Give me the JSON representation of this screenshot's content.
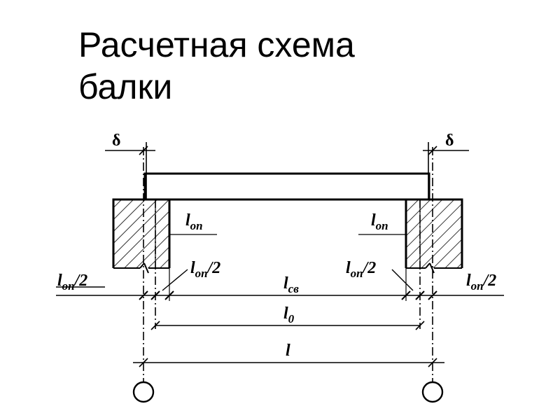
{
  "title": {
    "line1": "Расчетная схема",
    "line2": "балки"
  },
  "labels": {
    "delta": "δ",
    "l": "l",
    "sub_op": "оп",
    "sub_sv": "св",
    "sub_0": "0",
    "half": "/2"
  }
}
